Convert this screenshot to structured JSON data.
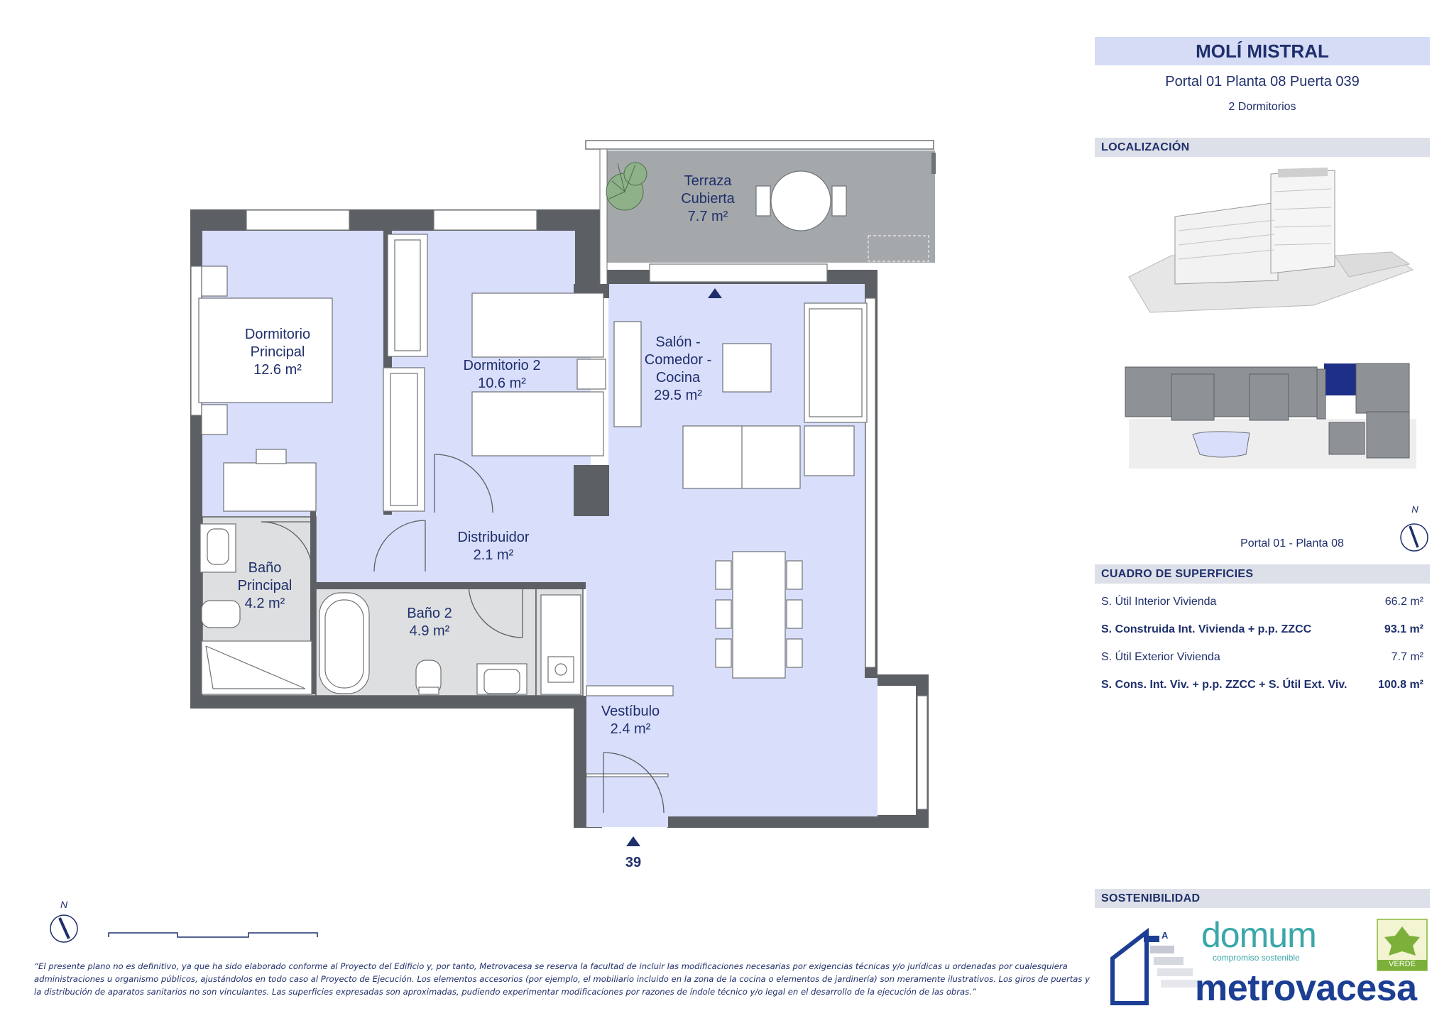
{
  "header": {
    "project": "MOLÍ MISTRAL",
    "unit": "Portal 01 Planta 08 Puerta 039",
    "bedrooms": "2 Dormitorios"
  },
  "sections": {
    "location": "LOCALIZACIÓN",
    "surfaces": "CUADRO DE SUPERFICIES",
    "sustainability": "SOSTENIBILIDAD"
  },
  "location": {
    "caption": "Portal 01 - Planta 08",
    "north": "N"
  },
  "surfaces": [
    {
      "label": "S. Útil Interior Vivienda",
      "value": "66.2 m²",
      "bold": false
    },
    {
      "label": "S. Construida Int. Vivienda + p.p. ZZCC",
      "value": "93.1 m²",
      "bold": true
    },
    {
      "label": "S. Útil Exterior Vivienda",
      "value": "7.7 m²",
      "bold": false
    },
    {
      "label": "S. Cons. Int. Viv. + p.p. ZZCC + S. Útil Ext. Viv.",
      "value": "100.8 m²",
      "bold": true
    }
  ],
  "rooms": {
    "terraza": [
      "Terraza",
      "Cubierta",
      "7.7 m²"
    ],
    "dorm_principal": [
      "Dormitorio",
      "Principal",
      "12.6 m²"
    ],
    "dorm2": [
      "Dormitorio 2",
      "10.6 m²"
    ],
    "salon": [
      "Salón -",
      "Comedor -",
      "Cocina",
      "29.5 m²"
    ],
    "distribuidor": [
      "Distribuidor",
      "2.1 m²"
    ],
    "bano_principal": [
      "Baño",
      "Principal",
      "4.2 m²"
    ],
    "bano2": [
      "Baño 2",
      "4.9 m²"
    ],
    "vestibulo": [
      "Vestíbulo",
      "2.4 m²"
    ]
  },
  "plan": {
    "door_number": "39",
    "north": "N"
  },
  "logos": {
    "domum": "domum",
    "domum_tagline": "compromiso sostenible",
    "verde": "VERDE",
    "metrovacesa": "metrovacesa",
    "rating": "A"
  },
  "colors": {
    "interior": "#d9defb",
    "wall": "#5c5f63",
    "terrace": "#a5a8ab",
    "wet": "#dedfe0",
    "accent": "#1f2f6b",
    "brand_teal": "#3aa7a8",
    "brand_blue": "#1c3f94"
  },
  "disclaimer": "“El presente plano no es definitivo, ya que ha sido elaborado conforme al Proyecto del Edificio y, por tanto, Metrovacesa se reserva la facultad de incluir las modificaciones necesarias por exigencias técnicas y/o jurídicas u ordenadas por cualesquiera administraciones u organismo públicos, ajustándolos en todo caso al Proyecto de Ejecución. Los elementos accesorios (por ejemplo, el mobiliario incluido en la zona de la cocina o elementos de jardinería) son meramente ilustrativos. Los giros de puertas y la distribución de aparatos sanitarios no son vinculantes. Las superficies expresadas son aproximadas, pudiendo experimentar modificaciones por razones de índole técnico y/o legal en el desarrollo de la ejecución de las obras.”"
}
